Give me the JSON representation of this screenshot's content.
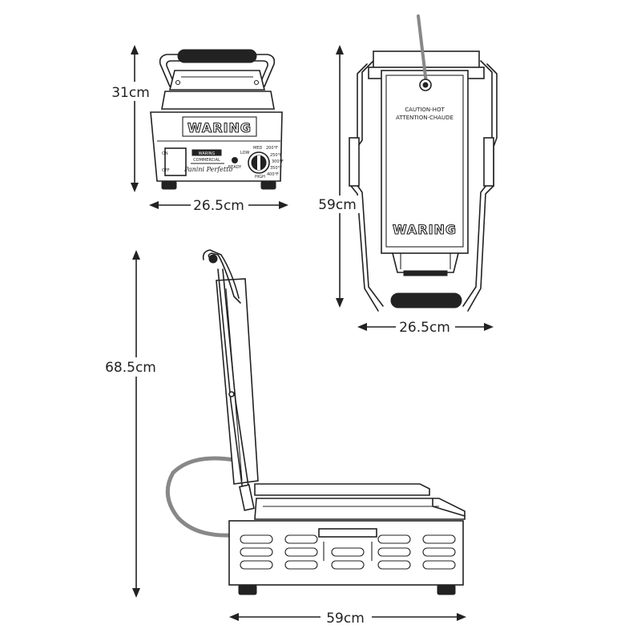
{
  "dimensions": {
    "front_height": "31cm",
    "front_width": "26.5cm",
    "top_depth": "59cm",
    "top_width": "26.5cm",
    "side_open_height": "68.5cm",
    "side_depth": "59cm"
  },
  "product": {
    "brand": "WARING",
    "badge_line1": "WARING",
    "badge_line2": "COMMERCIAL",
    "model_script": "Panini Perfetto",
    "switch_on": "ON",
    "switch_off": "OFF",
    "ready_label": "READY",
    "dial_labels": [
      "LOW",
      "MED",
      "HIGH",
      "200°F",
      "250°F",
      "300°F",
      "350°F",
      "400°F"
    ]
  },
  "top_view": {
    "caution_line1": "CAUTION-HOT",
    "caution_line2": "ATTENTION-CHAUDE"
  },
  "colors": {
    "line": "#222222",
    "background": "#ffffff"
  }
}
